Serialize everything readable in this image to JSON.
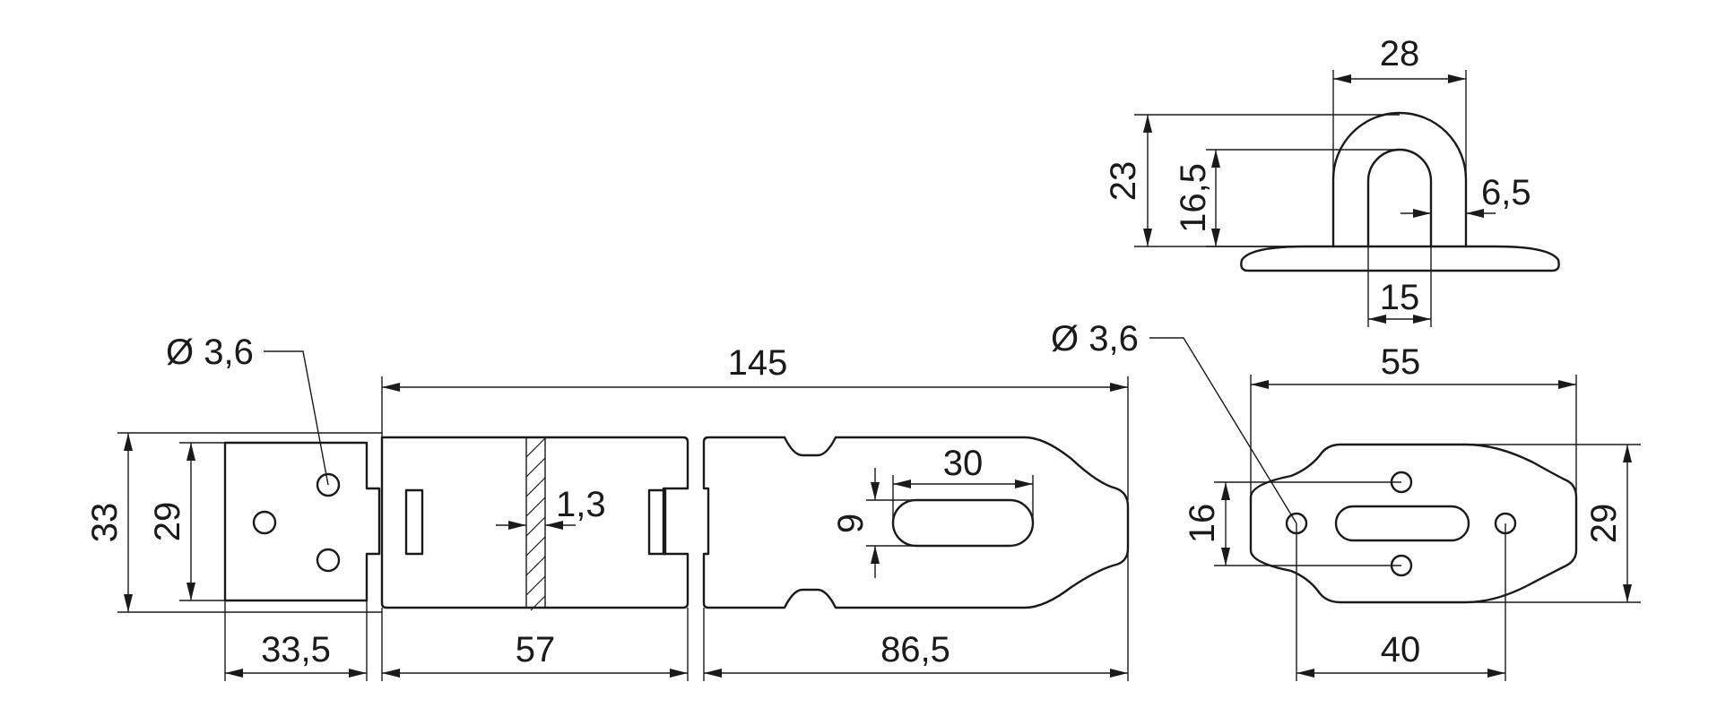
{
  "colors": {
    "line": "#1a1a1a",
    "background": "#ffffff"
  },
  "hasp_dimensions": {
    "overall_length": "145",
    "height_outer": "33",
    "height_plate": "29",
    "hole_diameter": "Ø 3,6",
    "plate_width": "33,5",
    "hinge_section_length": "57",
    "thickness": "1,3",
    "hasp_length": "86,5",
    "slot_length": "30",
    "slot_width": "9"
  },
  "staple_side_dimensions": {
    "loop_width": "28",
    "loop_height_outer": "23",
    "loop_height_inner": "16,5",
    "wall_thickness": "6,5",
    "inner_width": "15"
  },
  "staple_plate_dimensions": {
    "hole_diameter": "Ø 3,6",
    "plate_length": "55",
    "hole_spacing_vertical": "16",
    "plate_height": "29",
    "hole_spacing_horizontal": "40"
  }
}
